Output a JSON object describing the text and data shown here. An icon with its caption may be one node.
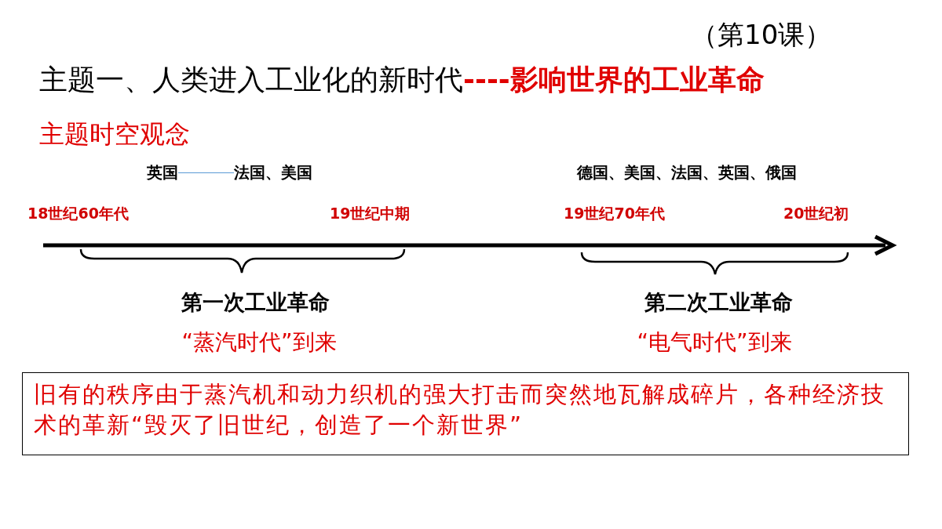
{
  "diagram": {
    "nodes": [
      {
        "text": [
          "英国"
        ]
      },
      {
        "text": [
          "法国、美国"
        ]
      },
      {
        "text": [
          "旧有的秩序由于蒸汽机和动力织机的强大打击而突然地瓦解成碎片，各种经济技术的革新“毁灭了旧世纪，创造了一个新世界”"
        ]
      }
    ],
    "edges": [
      {
        "from": 0,
        "to": 1,
        "arrow": "none",
        "color": "#5b9bd5"
      }
    ],
    "labels": [
      "（第10课）",
      "主题一、人类进入工业化的新时代",
      "----影响世界的工业革命",
      "主题时空观念",
      "德国、美国、法国、英国、俄国",
      "18世纪60年代",
      "19世纪中期",
      "19世纪70年代",
      "20世纪初",
      "第一次工业革命",
      "“蒸汽时代”到来",
      "第二次工业革命",
      "“电气时代”到来"
    ]
  }
}
